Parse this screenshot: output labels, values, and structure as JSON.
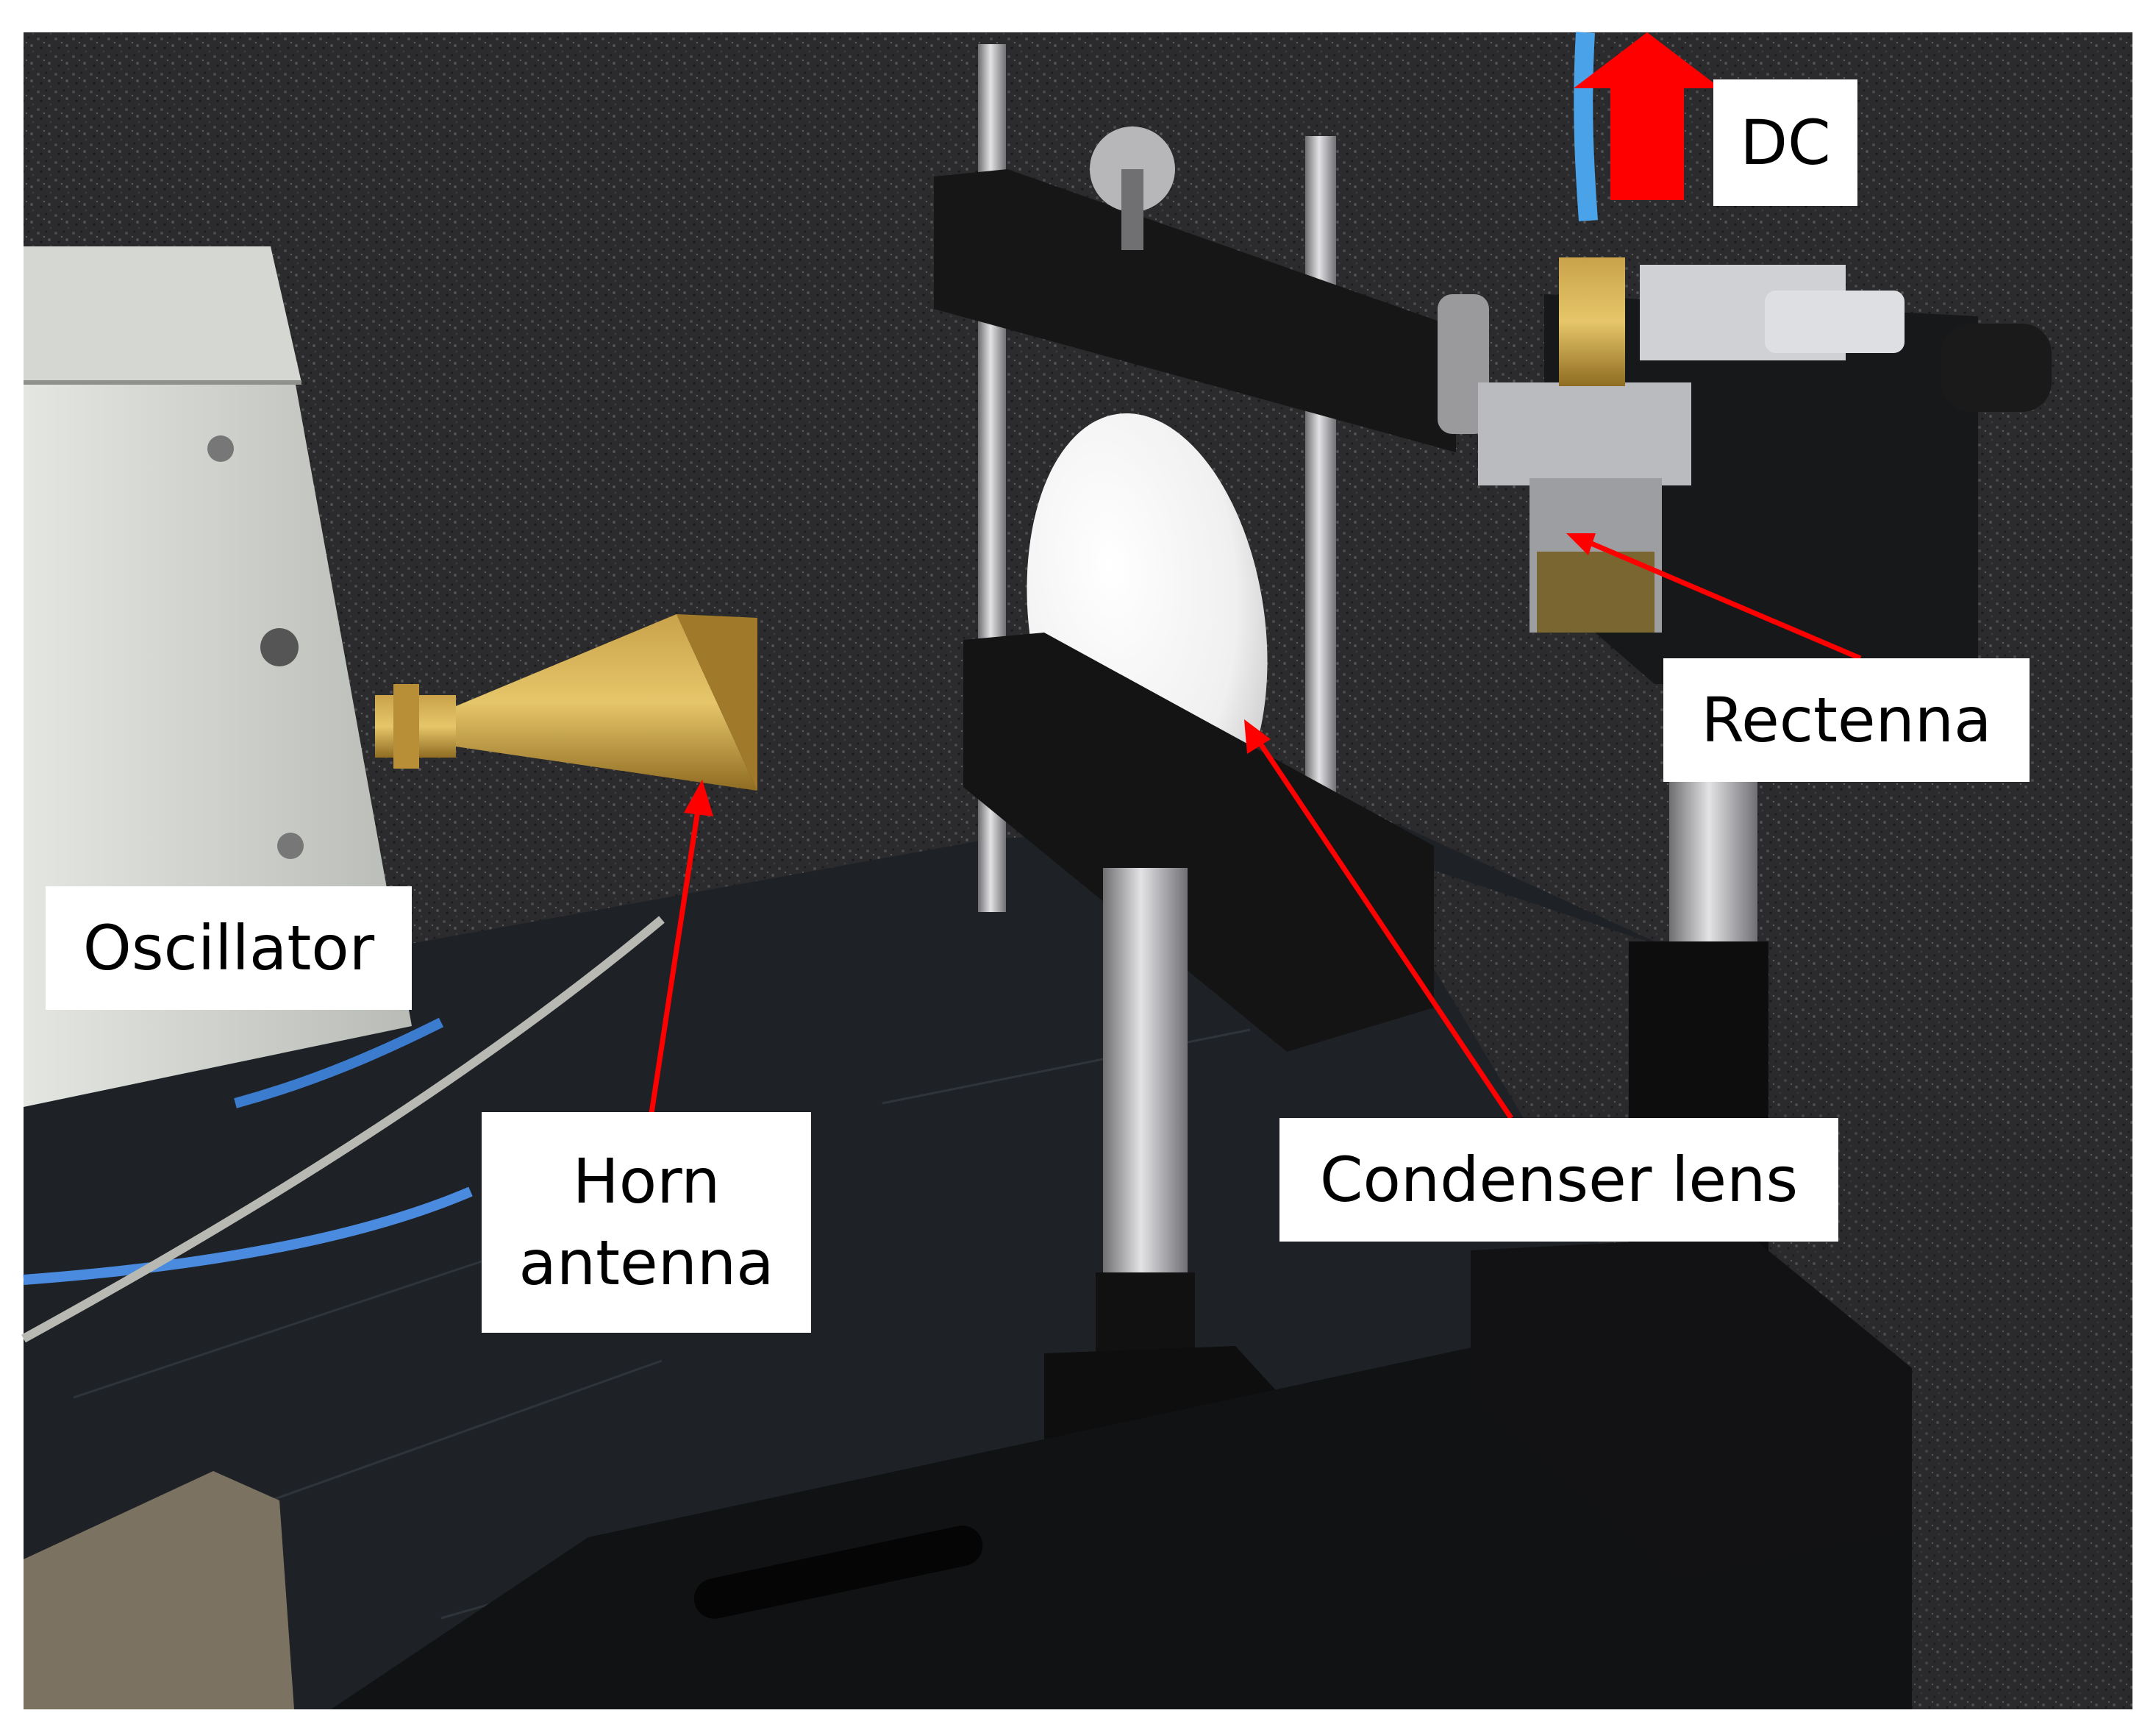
{
  "labels": {
    "dc": "DC",
    "rectenna": "Rectenna",
    "oscillator": "Oscillator",
    "horn_line1": "Horn",
    "horn_line2": "antenna",
    "condenser_lens": "Condenser lens"
  },
  "colors": {
    "annotation_arrow": "#ff0000",
    "label_background": "#ffffff",
    "label_text": "#000000"
  }
}
